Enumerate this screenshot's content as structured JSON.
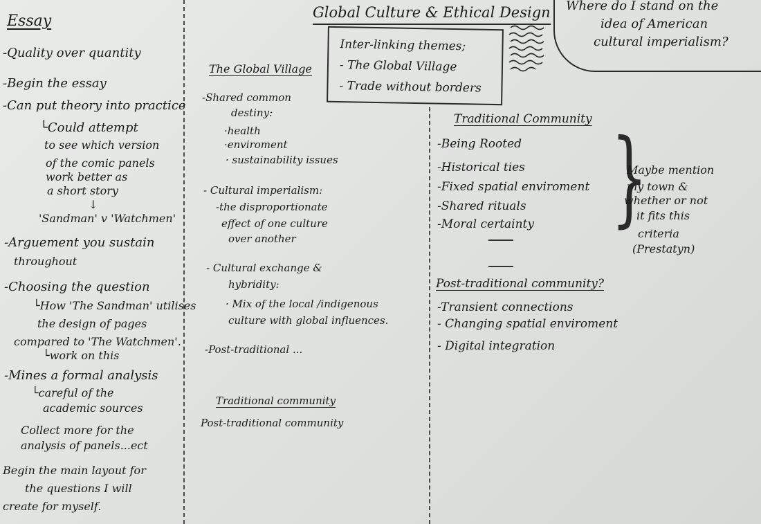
{
  "essay": {
    "title": "Essay",
    "lines": [
      "-Quality over quantity",
      "-Begin the essay",
      "-Can put theory into practice",
      "└Could attempt",
      "to see which version",
      "of the comic panels",
      "work better as",
      "a short story",
      "↓",
      "'Sandman' v 'Watchmen'",
      "-Arguement you sustain",
      "throughout",
      "-Choosing the question",
      "└How 'The Sandman' utilises",
      "the design of pages",
      "compared to 'The Watchmen'.",
      "└work on this",
      "-Mines a formal analysis",
      "└careful of the",
      "academic sources",
      "Collect more for the",
      "analysis of panels...ect",
      "Begin the main layout for",
      "the questions I will",
      "create for myself."
    ]
  },
  "header": {
    "title": "Global Culture & Ethical Design",
    "themes": [
      "Inter-linking themes;",
      "- The Global Village",
      "- Trade without borders"
    ],
    "question": [
      "Where do I stand on the",
      "idea of American",
      "cultural imperialism?"
    ]
  },
  "global_village": {
    "heading": "The Global Village",
    "lines": [
      "-Shared common",
      "destiny:",
      "·health",
      "·enviroment",
      "· sustainability issues",
      "- Cultural imperialism:",
      "-the disproportionate",
      "effect of one culture",
      "over another",
      "- Cultural exchange &",
      "hybridity:",
      "· Mix of the local /indigenous",
      "culture with global influences.",
      "-Post-traditional ...",
      "Traditional community",
      "Post-traditional community"
    ]
  },
  "traditional": {
    "heading": "Traditional Community",
    "lines": [
      "-Being Rooted",
      "-Historical ties",
      "-Fixed spatial enviroment",
      "-Shared rituals",
      "-Moral certainty"
    ]
  },
  "post_traditional": {
    "heading": "Post-traditional community?",
    "lines": [
      "-Transient connections",
      "- Changing spatial enviroment",
      "- Digital integration"
    ]
  },
  "side_note": [
    "Maybe mention",
    "my town &",
    "whether or not",
    "it fits this",
    "criteria",
    "(Prestatyn)"
  ]
}
